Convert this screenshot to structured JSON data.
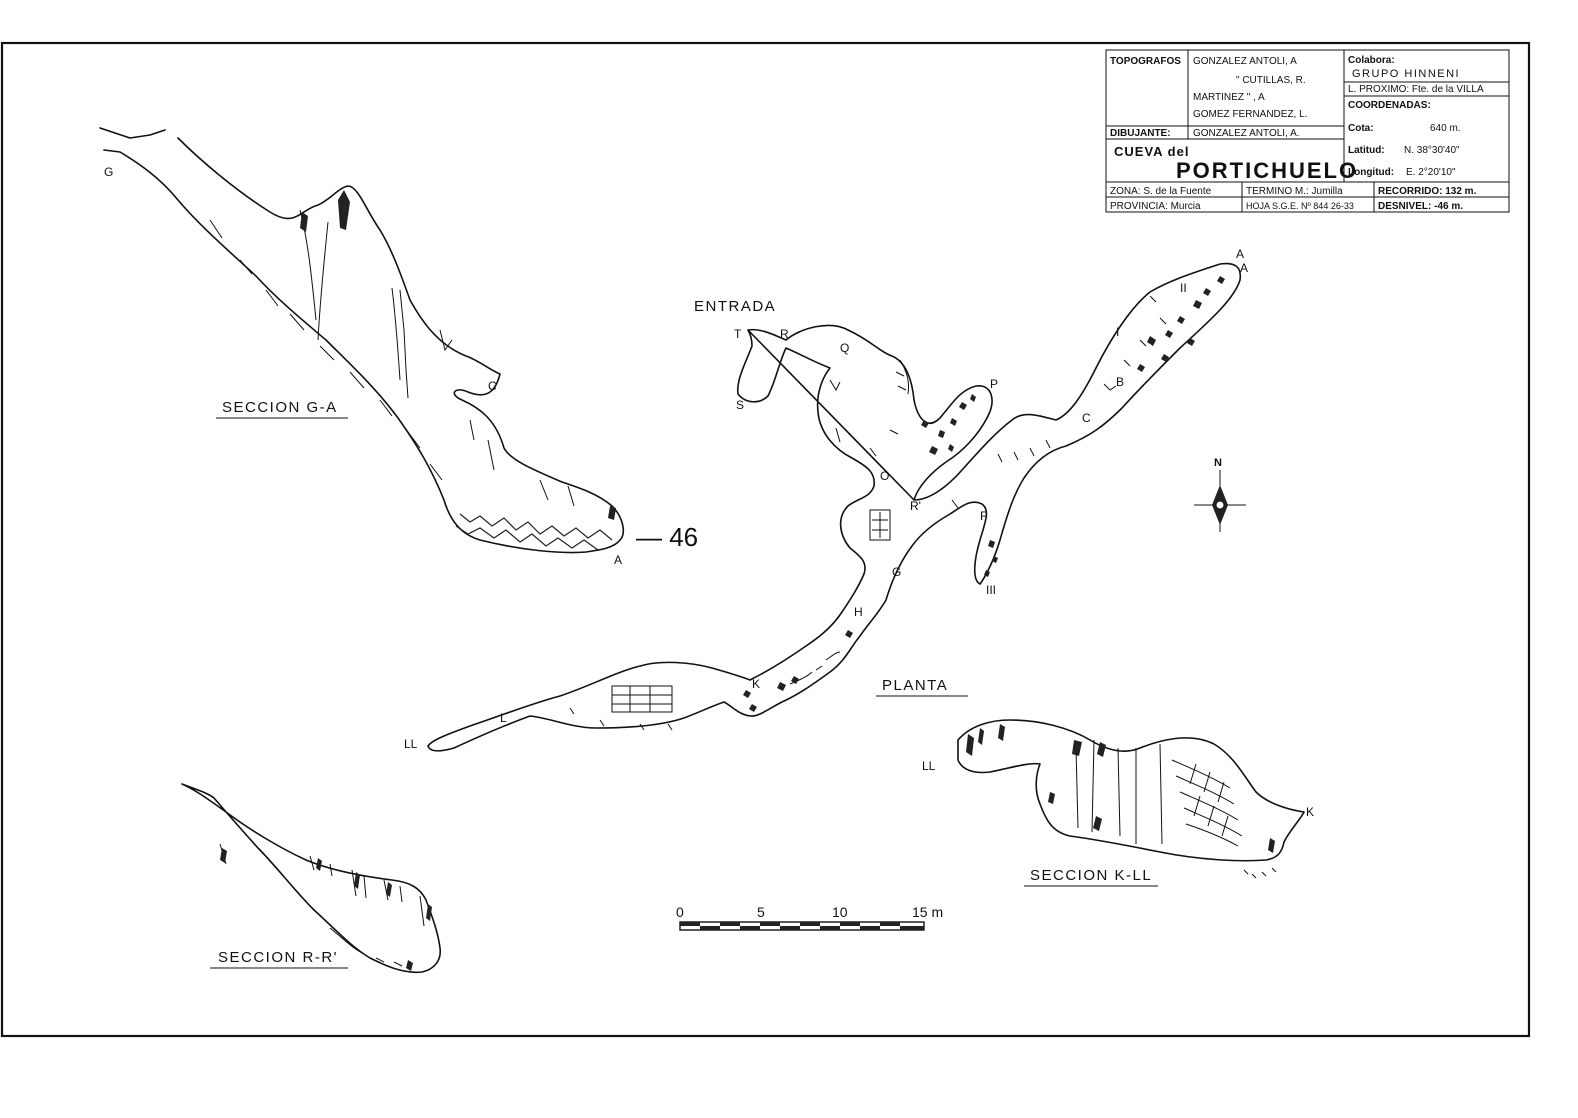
{
  "title_block": {
    "topografos_label": "TOPOGRAFOS",
    "topografos_lines": [
      "GONZALEZ ANTOLI, A",
      "\"      CUTILLAS, R.",
      "MARTINEZ    \"    , A",
      "GOMEZ FERNANDEZ, L."
    ],
    "dibujante_label": "DIBUJANTE:",
    "dibujante_value": "GONZALEZ ANTOLI, A.",
    "cueva_label": "CUEVA del",
    "cave_name": "PORTICHUELO",
    "colabora_label": "Colabora:",
    "colabora_value": "GRUPO HINNENI",
    "lugar_proximo": "L. PROXIMO: Fte. de la VILLA",
    "coordenadas_label": "COORDENADAS:",
    "cota_label": "Cota:",
    "cota_value": "640 m.",
    "latitud_label": "Latitud:",
    "latitud_value": "N. 38°30'40\"",
    "longitud_label": "Longitud:",
    "longitud_value": "E.  2°20'10\"",
    "zona": "ZONA: S. de la Fuente",
    "termino": "TERMINO M.: Jumilla",
    "recorrido": "RECORRIDO:  132 m.",
    "provincia": "PROVINCIA: Murcia",
    "hoja": "HOJA S.G.E. Nº 844 26-33",
    "desnivel": "DESNIVEL:   -46 m."
  },
  "labels": {
    "entrada": "ENTRADA",
    "planta": "PLANTA",
    "seccion_ga": "SECCION G-A",
    "seccion_kll": "SECCION K-LL",
    "seccion_rr": "SECCION R-R'",
    "depth": "— 46",
    "north": "N"
  },
  "survey_points": {
    "t": "T",
    "r": "R",
    "s": "S",
    "q": "Q",
    "p": "P",
    "o": "O",
    "r2": "R'",
    "g": "G",
    "h": "H",
    "k": "K",
    "l": "L",
    "ll": "LL",
    "a": "A",
    "a2": "A",
    "b": "B",
    "c": "C",
    "i": "I",
    "ii": "II",
    "iii": "III",
    "f": "F",
    "sec_g": "G",
    "sec_c": "C",
    "sec_a": "A",
    "sec_ll": "LL",
    "sec_k": "K"
  },
  "scale_bar": {
    "ticks": [
      "0",
      "5",
      "10",
      "15 m"
    ]
  }
}
